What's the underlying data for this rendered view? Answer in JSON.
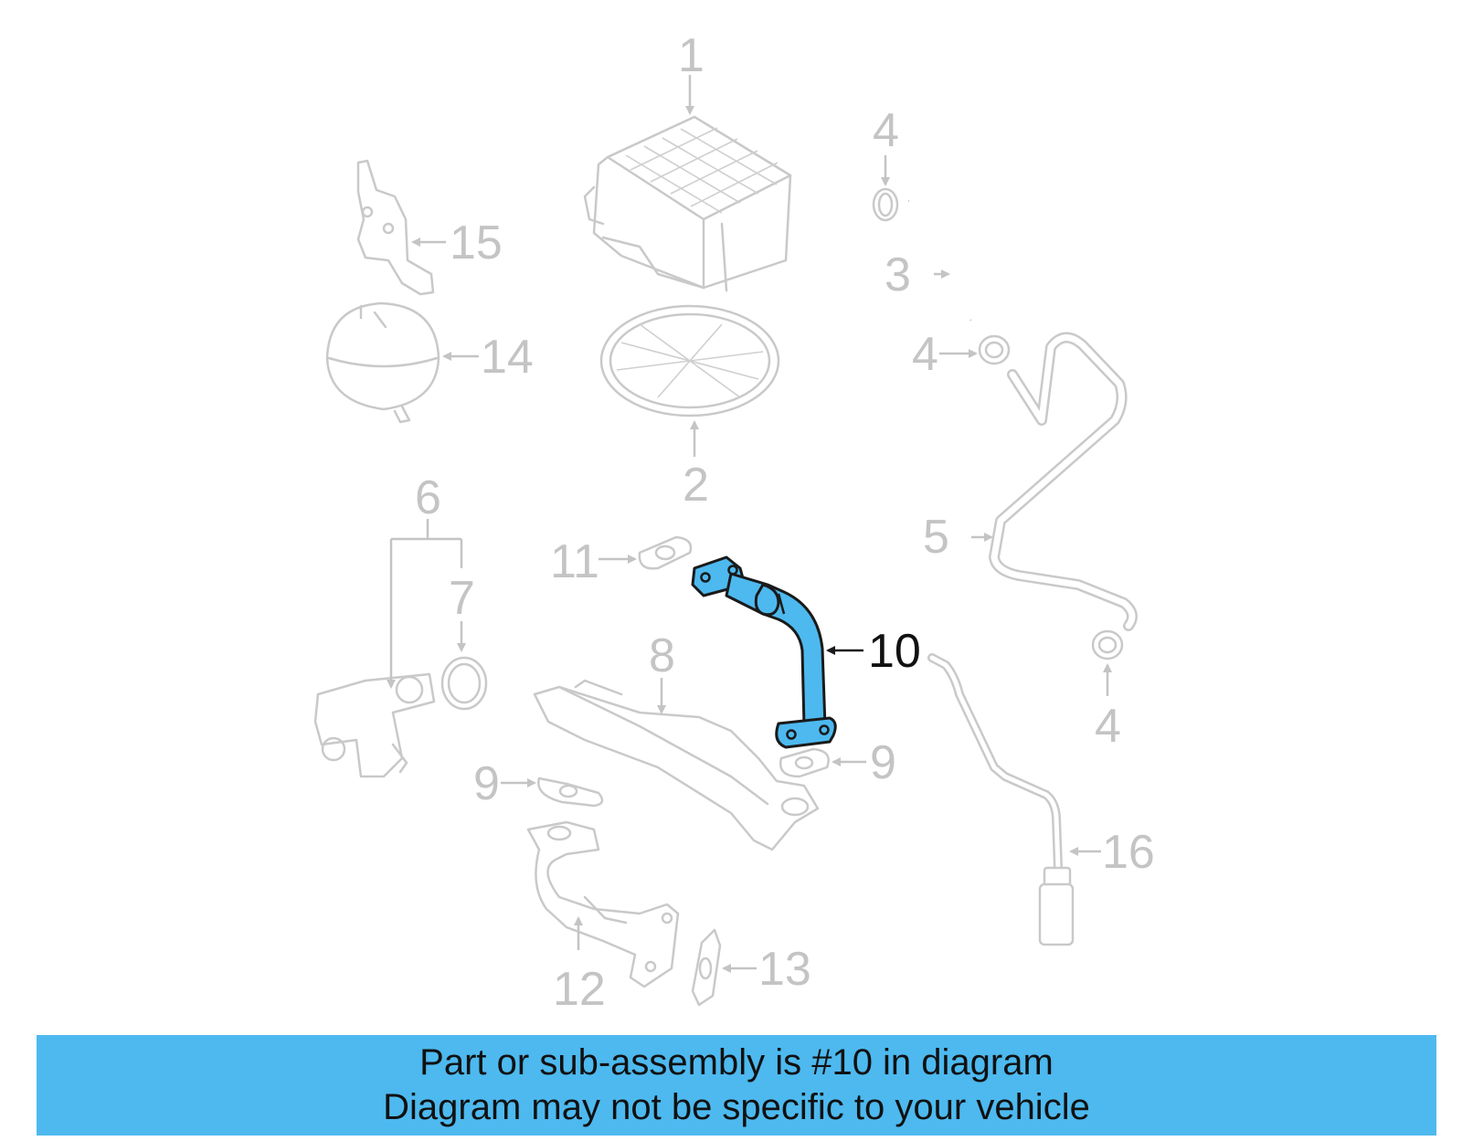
{
  "labels": {
    "p1": "1",
    "p2": "2",
    "p3": "3",
    "p4a": "4",
    "p4b": "4",
    "p4c": "4",
    "p5": "5",
    "p6": "6",
    "p7": "7",
    "p8": "8",
    "p9a": "9",
    "p9b": "9",
    "p10": "10",
    "p11": "11",
    "p12": "12",
    "p13": "13",
    "p14": "14",
    "p15": "15",
    "p16": "16"
  },
  "highlight": {
    "part": "10",
    "color": "#4db9ef"
  },
  "banner": {
    "line1": "Part or sub-assembly is #10 in diagram",
    "line2": "Diagram may not be specific to your vehicle",
    "color": "#4db9ef"
  }
}
